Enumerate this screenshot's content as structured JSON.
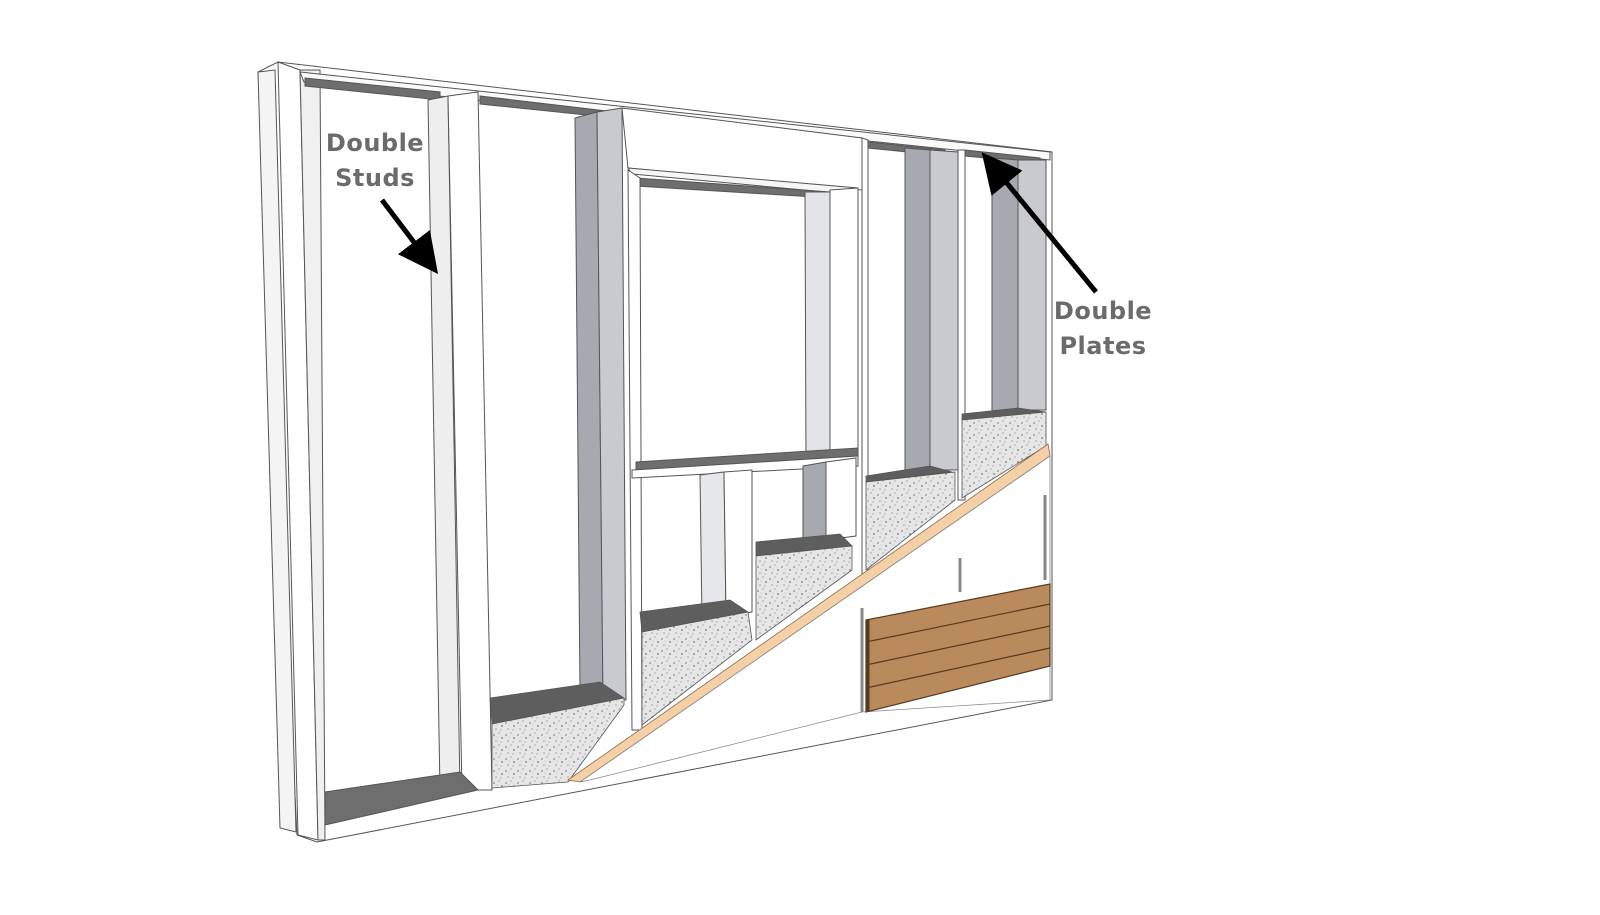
{
  "diagram": {
    "subject": "double-stud wall framing cutaway",
    "labels": [
      {
        "id": "double-studs",
        "line1": "Double",
        "line2": "Studs"
      },
      {
        "id": "double-plates",
        "line1": "Double",
        "line2": "Plates"
      }
    ],
    "layers": [
      "framing",
      "insulation",
      "sheathing",
      "siding"
    ],
    "colors": {
      "background": "#ffffff",
      "framing_face": "#ffffff",
      "framing_side": "#a6a9b0",
      "framing_edge": "#555555",
      "plate_dark": "#6e6e6e",
      "insulation": "#e4e4e4",
      "insulation_top": "#5e5e5e",
      "sheathing": "#f5cfa5",
      "siding": "#b98a5c",
      "siding_line": "#5a3a1e",
      "label_text": "#6b6b6b",
      "arrow": "#000000"
    }
  }
}
